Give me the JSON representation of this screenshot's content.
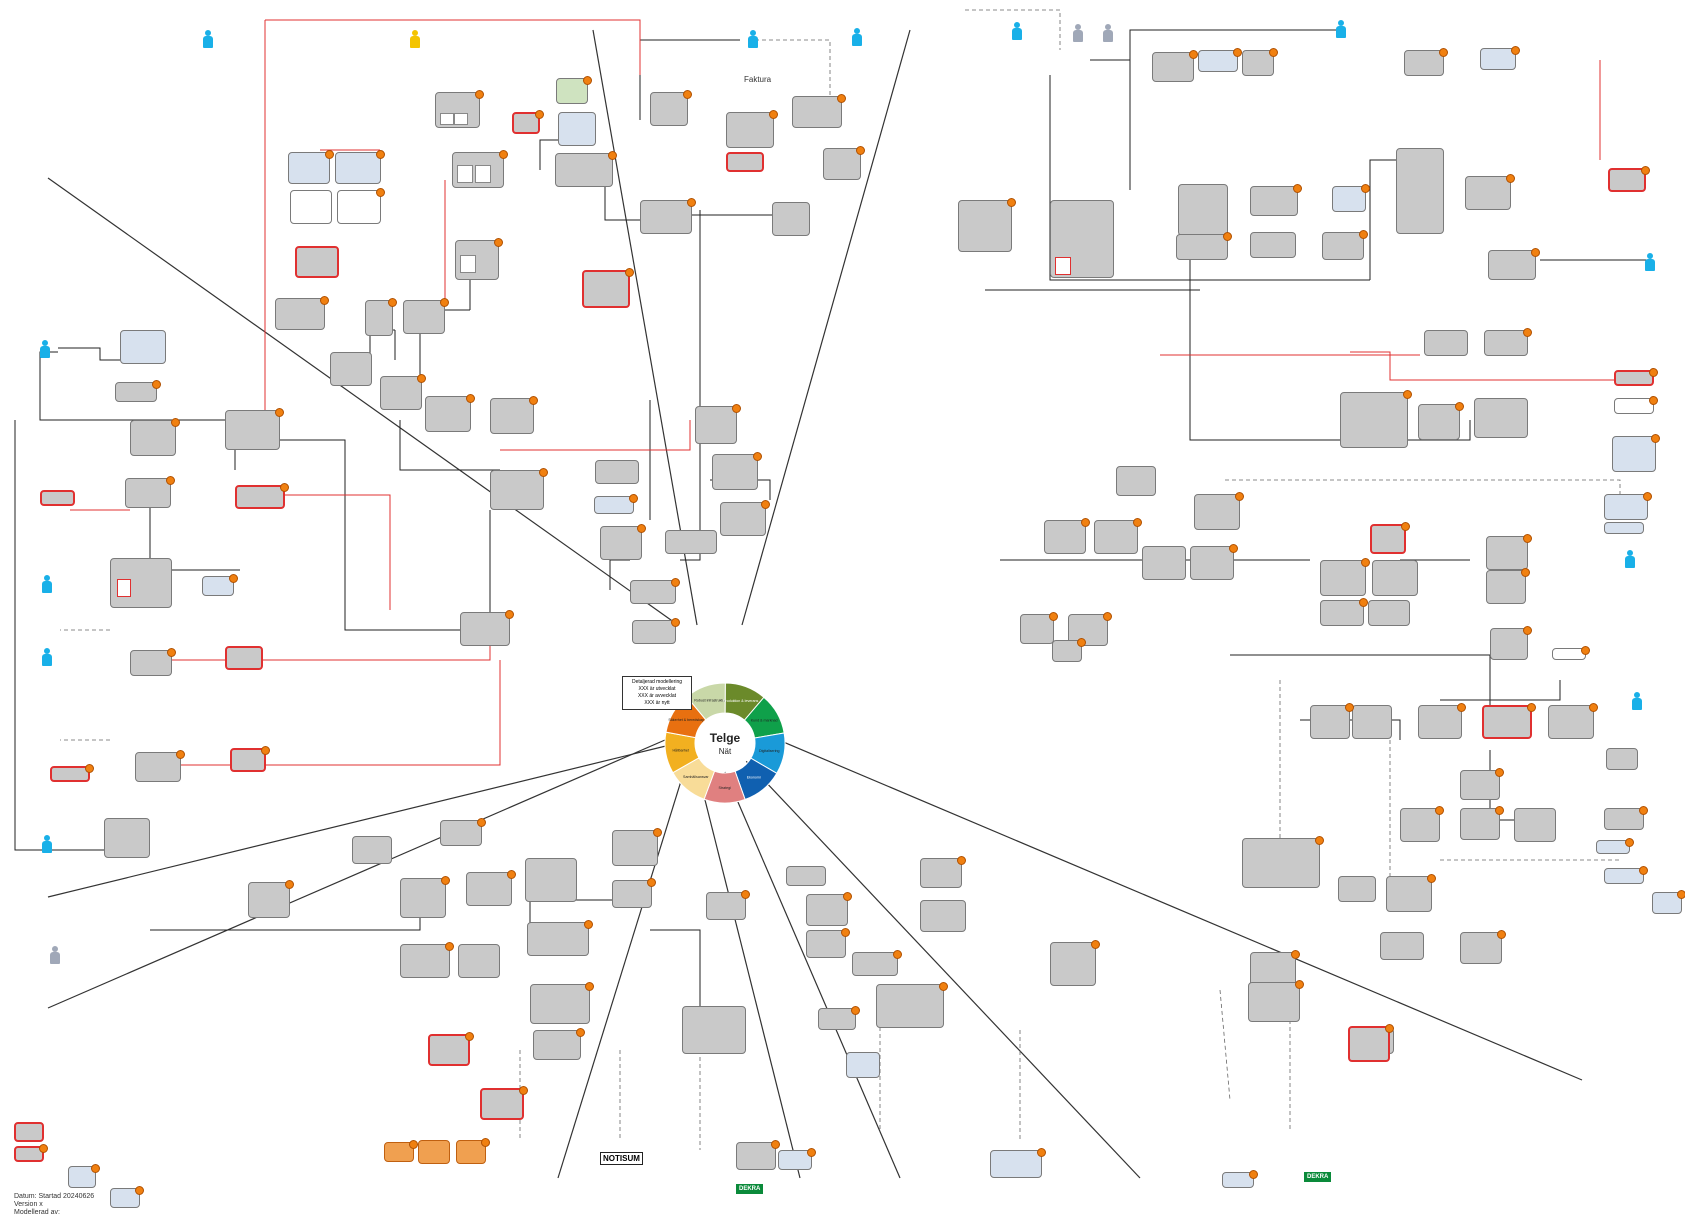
{
  "hub": {
    "center_title": "Telge",
    "center_subtitle": "Nät",
    "segments": [
      {
        "label": "Robust infrastruktur",
        "color": "#c9d8a8"
      },
      {
        "label": "Produktion & leverans",
        "color": "#6b8a2a"
      },
      {
        "label": "Kund & marknad",
        "color": "#0fa04a"
      },
      {
        "label": "Digitalisering",
        "color": "#1a9ad8"
      },
      {
        "label": "Ekonomi",
        "color": "#1060b0"
      },
      {
        "label": "Strategi",
        "color": "#e08080"
      },
      {
        "label": "Samhällsansvar",
        "color": "#f8dc98"
      },
      {
        "label": "Hållbarhet",
        "color": "#f2b020"
      },
      {
        "label": "Säkerhet & beredskap",
        "color": "#e87010"
      }
    ]
  },
  "legend": {
    "lines": [
      "Detaljerad modellering",
      "XXX är utvecklat",
      "XXX är avvecklat",
      "XXX är nytt"
    ]
  },
  "footer": {
    "date_line": "Datum: Startad 20240626",
    "version_line": "Version x",
    "author_line": "Modellerad av:"
  },
  "labels": {
    "faktura": "Faktura",
    "notisum": "NOTISUM",
    "dekra": "DEKRA"
  },
  "colors": {
    "accent_red": "#e03030",
    "badge_orange": "#f08010",
    "person_blue": "#19b0e8",
    "box_gray": "#c9c9c9"
  }
}
